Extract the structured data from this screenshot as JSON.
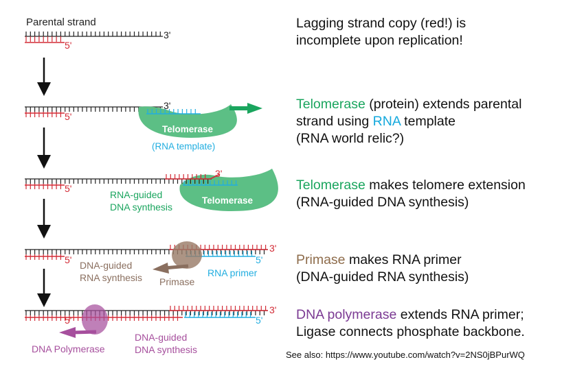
{
  "diagram": {
    "parental_label": "Parental strand",
    "end_3": "3'",
    "end_5": "5'",
    "telomerase": "Telomerase",
    "rna_template": "(RNA template)",
    "rna_guided_line1": "RNA-guided",
    "rna_guided_line2": "DNA synthesis",
    "dna_guided_line1": "DNA-guided",
    "dna_guided_line2": "RNA synthesis",
    "primase": "Primase",
    "rna_primer": "RNA primer",
    "dna_guided2_line1": "DNA-guided",
    "dna_guided2_line2": "DNA synthesis",
    "dna_polymerase": "DNA Polymerase"
  },
  "steps": [
    {
      "line1": "Lagging strand copy (red!) is",
      "line2": "incomplete upon replication!"
    },
    {
      "line1_a": "Telomerase",
      "line1_b": " (protein) extends parental",
      "line2_a": "strand using ",
      "line2_b": "RNA",
      "line2_c": " template",
      "line3": "(RNA world relic?)"
    },
    {
      "line1_a": "Telomerase",
      "line1_b": " makes telomere extension",
      "line2": "(RNA-guided DNA synthesis)"
    },
    {
      "line1_a": "Primase",
      "line1_b": " makes RNA primer",
      "line2": "(DNA-guided RNA synthesis)"
    },
    {
      "line1_a": "DNA polymerase",
      "line1_b": " extends RNA primer;",
      "line2": "Ligase connects phosphate backbone."
    }
  ],
  "footer": "See also: https://www.youtube.com/watch?v=2NS0jBPurWQ",
  "colors": {
    "parental": "#222222",
    "lagging": "#d22a35",
    "rna": "#22aee0",
    "telomerase": "#5cbf85",
    "primase": "#9a7d69",
    "polymerase": "#a64f9d"
  }
}
